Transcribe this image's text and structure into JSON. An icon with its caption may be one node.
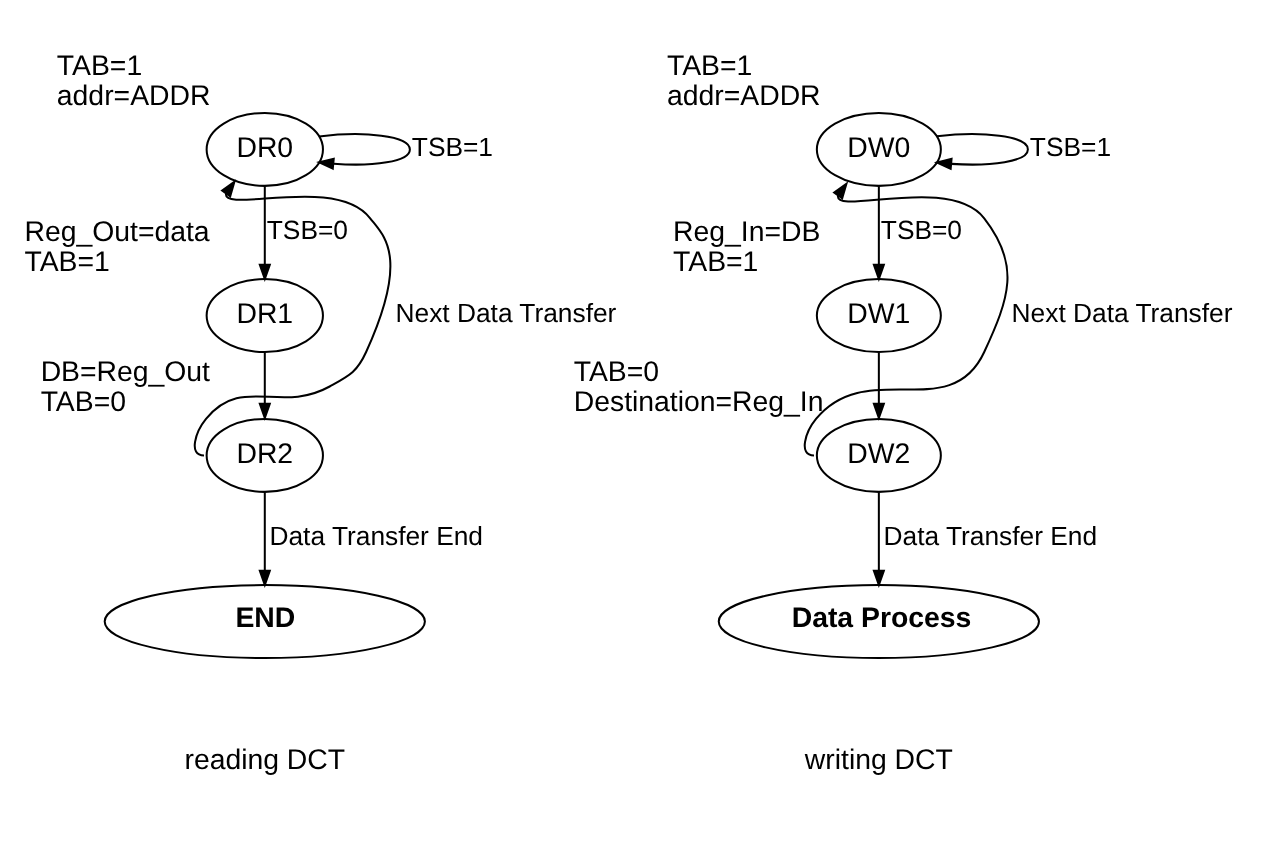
{
  "diagram": {
    "nodes": [
      {
        "text": [
          "DR0"
        ],
        "beside": [
          "TAB=1",
          "addr=ADDR"
        ]
      },
      {
        "text": [
          "DR1"
        ],
        "beside": [
          "Reg_Out=data",
          "TAB=1"
        ]
      },
      {
        "text": [
          "DR2"
        ],
        "beside": [
          "DB=Reg_Out",
          "TAB=0"
        ]
      },
      {
        "text": [
          "END"
        ]
      },
      {
        "text": [
          "DW0"
        ],
        "beside": [
          "TAB=1",
          "addr=ADDR"
        ]
      },
      {
        "text": [
          "DW1"
        ],
        "beside": [
          "Reg_In=DB",
          "TAB=1"
        ]
      },
      {
        "text": [
          "DW2"
        ],
        "beside": [
          "TAB=0",
          "Destination=Reg_In"
        ]
      },
      {
        "text": [
          "Data Process"
        ]
      }
    ],
    "edges": [
      {
        "from": 0,
        "to": 0,
        "arrow": "to",
        "label": "TSB=1"
      },
      {
        "from": 0,
        "to": 1,
        "arrow": "to",
        "label": "TSB=0"
      },
      {
        "from": 1,
        "to": 2,
        "arrow": "to"
      },
      {
        "from": 2,
        "to": 0,
        "arrow": "to",
        "label": "Next Data Transfer"
      },
      {
        "from": 2,
        "to": 3,
        "arrow": "to",
        "label": "Data Transfer End"
      },
      {
        "from": 4,
        "to": 4,
        "arrow": "to",
        "label": "TSB=1"
      },
      {
        "from": 4,
        "to": 5,
        "arrow": "to",
        "label": "TSB=0"
      },
      {
        "from": 5,
        "to": 6,
        "arrow": "to"
      },
      {
        "from": 6,
        "to": 4,
        "arrow": "to",
        "label": "Next Data Transfer"
      },
      {
        "from": 6,
        "to": 7,
        "arrow": "to",
        "label": "Data Transfer End"
      }
    ],
    "labels": [
      "reading DCT",
      "writing DCT"
    ]
  }
}
